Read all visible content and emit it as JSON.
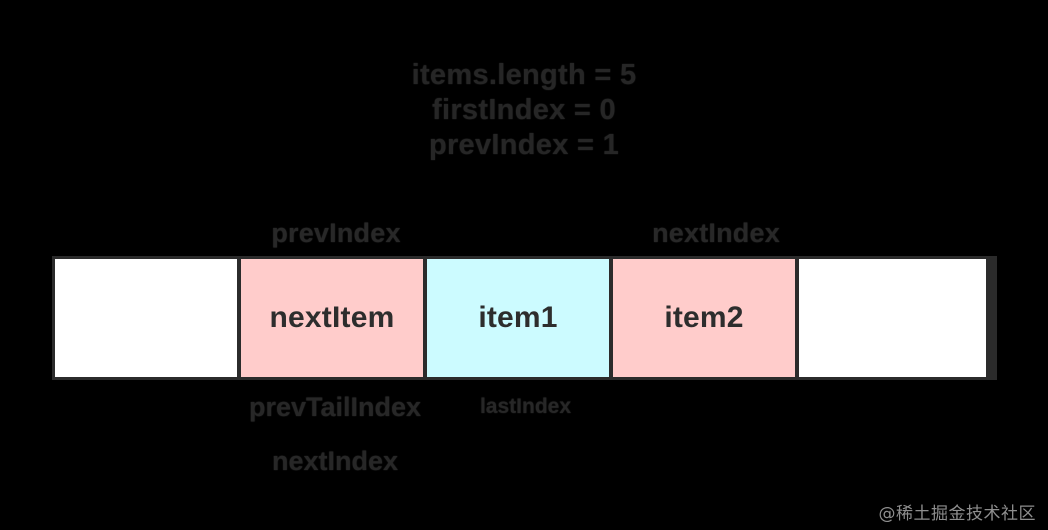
{
  "diagram": {
    "header": {
      "lines": [
        "items.length = 5",
        "firstIndex = 0",
        "prevIndex = 1"
      ]
    },
    "labels_above": {
      "left": "prevIndex",
      "right": "nextIndex"
    },
    "labels_below": {
      "prev_tail": "prevTailIndex",
      "last": "lastIndex",
      "next": "nextIndex"
    },
    "cells": [
      {
        "label": "",
        "fill": "#ffffff",
        "kind": "empty"
      },
      {
        "label": "nextItem",
        "fill": "#ffcccb",
        "kind": "pending"
      },
      {
        "label": "item1",
        "fill": "#ccfbff",
        "kind": "current"
      },
      {
        "label": "item2",
        "fill": "#ffcccb",
        "kind": "pending"
      },
      {
        "label": "",
        "fill": "#ffffff",
        "kind": "empty"
      }
    ],
    "colors": {
      "background": "#000000",
      "border": "#2b2b2b",
      "pink": "#ffcccb",
      "cyan": "#ccfbff",
      "white": "#ffffff",
      "annotation_text": "#272727",
      "cell_text": "#2d2d2d"
    },
    "watermark": "@稀土掘金技术社区"
  }
}
